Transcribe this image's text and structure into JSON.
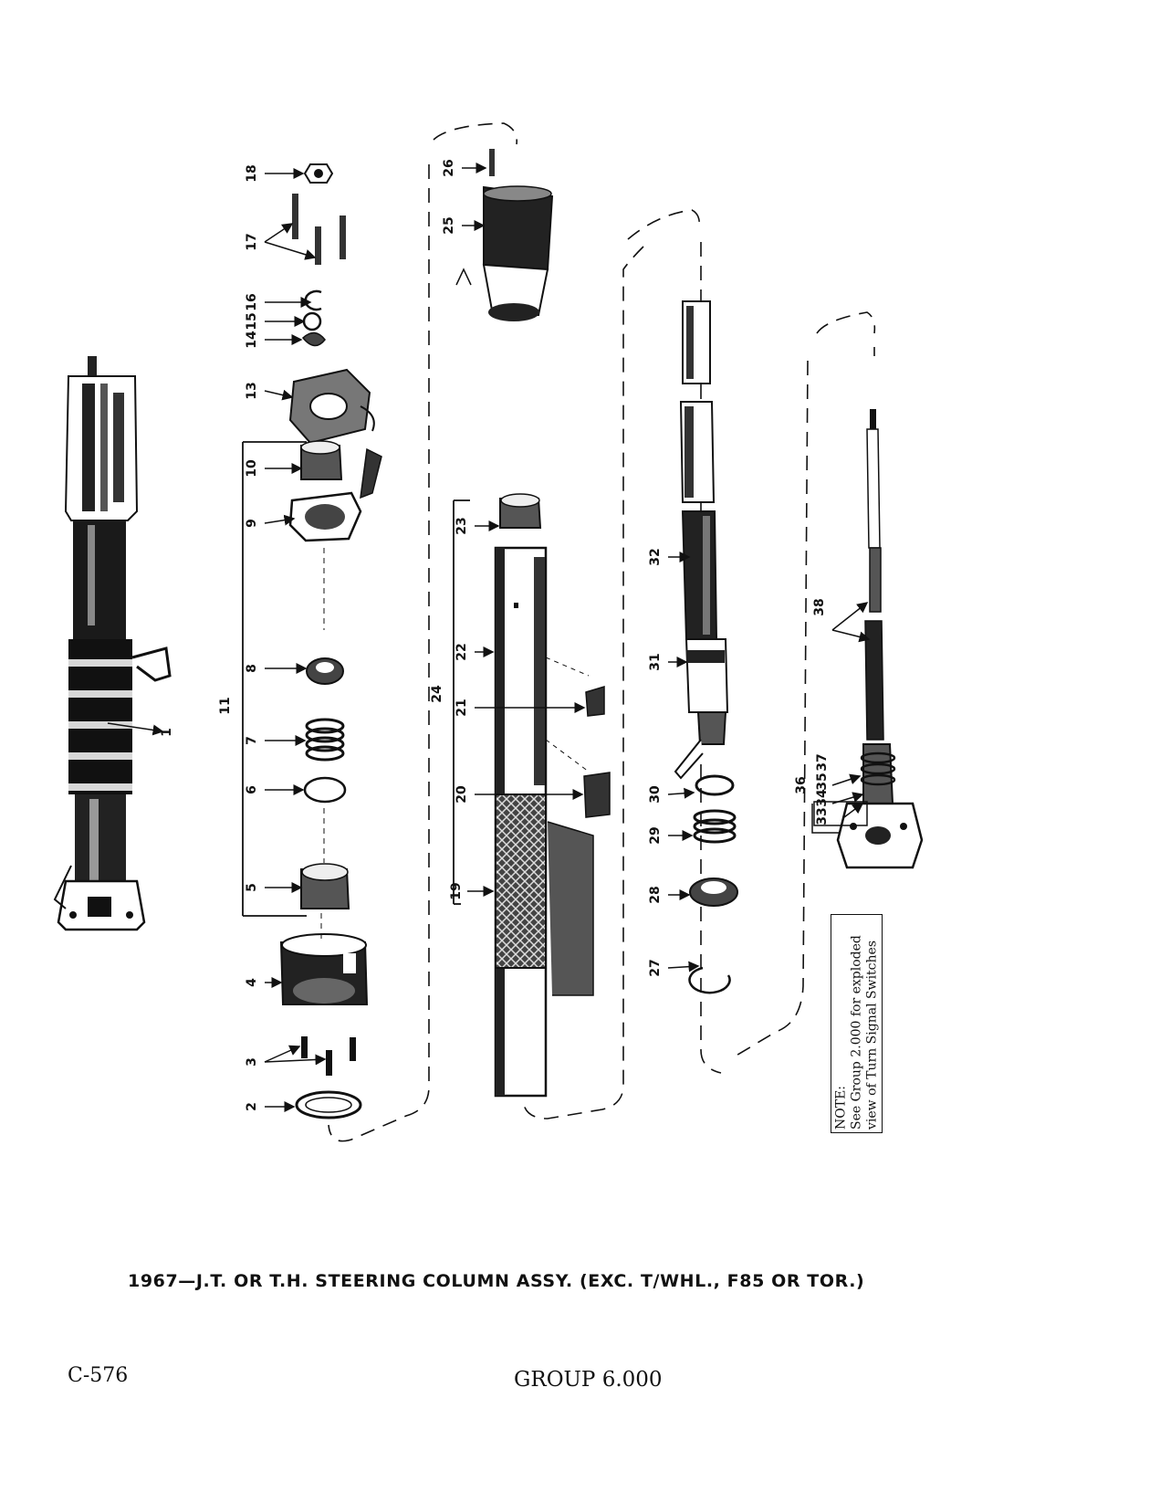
{
  "figure": {
    "caption": "1967—J.T. OR T.H. STEERING COLUMN ASSY. (EXC. T/WHL., F85 OR TOR.)",
    "page_code": "C-576",
    "group": "GROUP 6.000",
    "note": {
      "title": "NOTE:",
      "line1": "See Group 2.000 for exploded",
      "line2": "view of Turn Signal Switches"
    }
  },
  "callouts": [
    {
      "id": "1",
      "label": "1"
    },
    {
      "id": "2",
      "label": "2"
    },
    {
      "id": "3",
      "label": "3"
    },
    {
      "id": "4",
      "label": "4"
    },
    {
      "id": "5",
      "label": "5"
    },
    {
      "id": "6",
      "label": "6"
    },
    {
      "id": "7",
      "label": "7"
    },
    {
      "id": "8",
      "label": "8"
    },
    {
      "id": "9",
      "label": "9"
    },
    {
      "id": "10",
      "label": "10"
    },
    {
      "id": "11",
      "label": "11"
    },
    {
      "id": "13",
      "label": "13"
    },
    {
      "id": "14",
      "label": "14"
    },
    {
      "id": "15",
      "label": "15"
    },
    {
      "id": "16",
      "label": "16"
    },
    {
      "id": "17",
      "label": "17"
    },
    {
      "id": "18",
      "label": "18"
    },
    {
      "id": "19",
      "label": "19"
    },
    {
      "id": "20",
      "label": "20"
    },
    {
      "id": "21",
      "label": "21"
    },
    {
      "id": "22",
      "label": "22"
    },
    {
      "id": "23",
      "label": "23"
    },
    {
      "id": "24",
      "label": "24"
    },
    {
      "id": "25",
      "label": "25"
    },
    {
      "id": "26",
      "label": "26"
    },
    {
      "id": "27",
      "label": "27"
    },
    {
      "id": "28",
      "label": "28"
    },
    {
      "id": "29",
      "label": "29"
    },
    {
      "id": "30",
      "label": "30"
    },
    {
      "id": "31",
      "label": "31"
    },
    {
      "id": "32",
      "label": "32"
    },
    {
      "id": "33",
      "label": "33"
    },
    {
      "id": "34",
      "label": "34"
    },
    {
      "id": "35",
      "label": "35"
    },
    {
      "id": "36",
      "label": "36"
    },
    {
      "id": "37",
      "label": "37"
    },
    {
      "id": "38",
      "label": "38"
    }
  ]
}
